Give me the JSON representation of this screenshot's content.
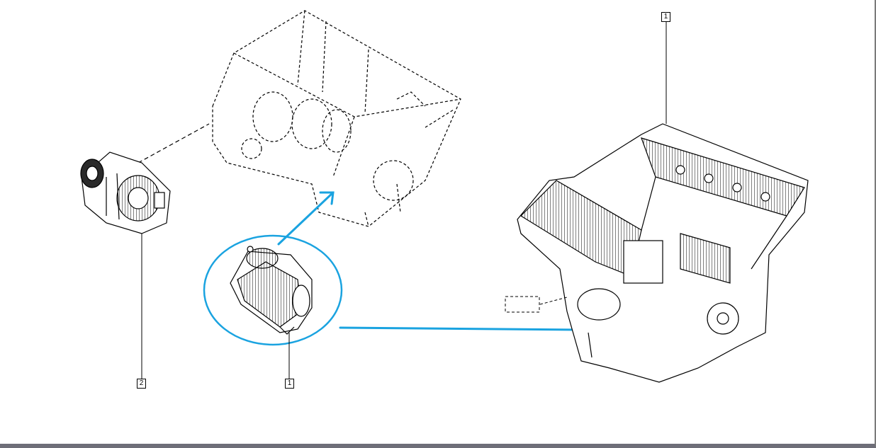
{
  "callouts": [
    {
      "id": "engine",
      "label": "1"
    },
    {
      "id": "starter",
      "label": "1"
    },
    {
      "id": "alternator",
      "label": "2"
    }
  ],
  "colors": {
    "highlight": "#1aa3e0",
    "line": "#000000",
    "background": "#ffffff"
  }
}
